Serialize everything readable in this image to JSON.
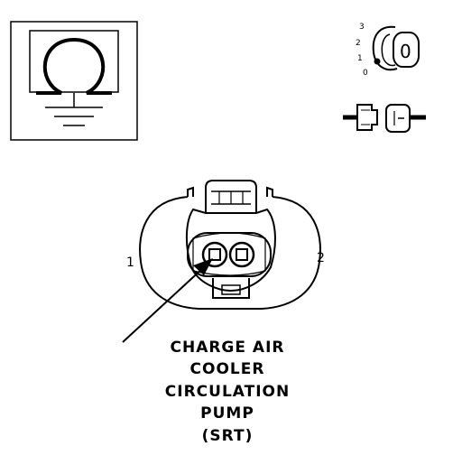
{
  "ohmmeter_icon": {
    "symbol": "Ω",
    "icon": "ohmmeter-ground-icon"
  },
  "ignition_icon": {
    "positions": [
      "3",
      "2",
      "1",
      "0"
    ],
    "key_glyph": "0",
    "icon": "ignition-key-off-icon"
  },
  "disconnect_icon": {
    "icon": "connector-disconnected-icon"
  },
  "connector": {
    "pin_labels": {
      "left": "1",
      "right": "2"
    },
    "caption_lines": [
      "CHARGE AIR",
      "COOLER",
      "CIRCULATION",
      "PUMP",
      "(SRT)"
    ]
  }
}
